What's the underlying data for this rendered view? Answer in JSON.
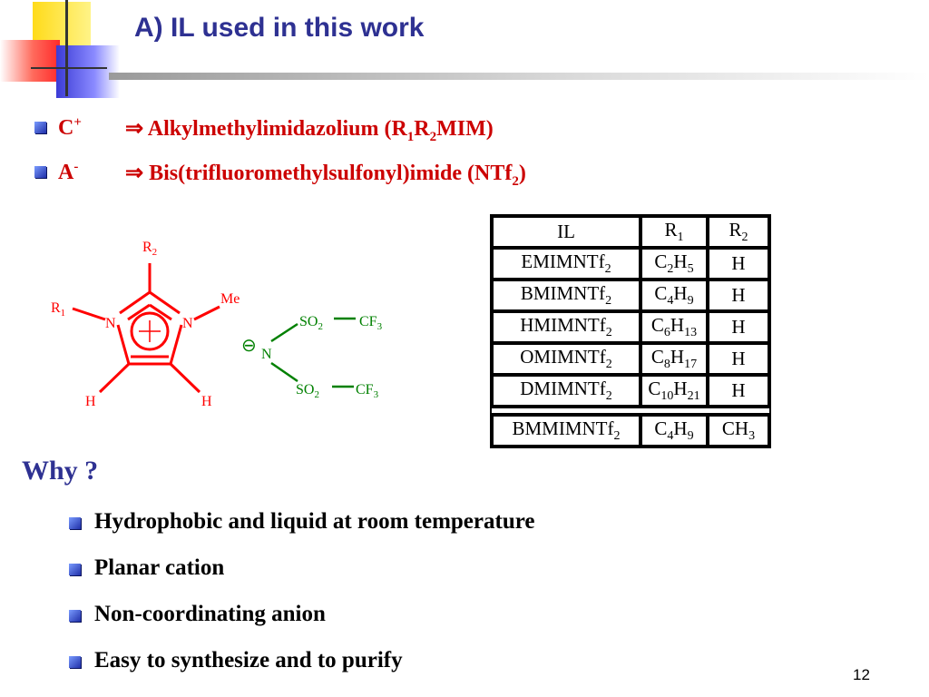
{
  "slide": {
    "title": "A) IL used in this work",
    "page_number": "12"
  },
  "ions": [
    {
      "symbol": "C",
      "charge": "+",
      "arrow": "⇒",
      "text": "Alkylmethylimidazolium (R",
      "s1": "1",
      "mid": "R",
      "s2": "2",
      "end": "MIM)"
    },
    {
      "symbol": "A",
      "charge": "-",
      "arrow": "⇒",
      "text": "Bis(trifluoromethylsulfonyl)imide (NTf",
      "s1": "2",
      "end": ")"
    }
  ],
  "structure": {
    "cation": {
      "r2": "R",
      "r2_sub": "2",
      "r1": "R",
      "r1_sub": "1",
      "me": "Me",
      "n_left": "N",
      "n_right": "N",
      "h_left": "H",
      "h_right": "H"
    },
    "anion": {
      "charge": "⊖",
      "n": "N",
      "so2": "SO",
      "so2_sub": "2",
      "cf3": "CF",
      "cf3_sub": "3"
    }
  },
  "table": {
    "headers": [
      "IL",
      "R1",
      "R2"
    ],
    "rows": [
      {
        "il": "EMIMNTf",
        "il_sub": "2",
        "r1": "C2H5",
        "r2": "H"
      },
      {
        "il": "BMIMNTf",
        "il_sub": "2",
        "r1": "C4H9",
        "r2": "H"
      },
      {
        "il": "HMIMNTf",
        "il_sub": "2",
        "r1": "C6H13",
        "r2": "H"
      },
      {
        "il": "OMIMNTf",
        "il_sub": "2",
        "r1": "C8H17",
        "r2": "H"
      },
      {
        "il": "DMIMNTf",
        "il_sub": "2",
        "r1": "C10H21",
        "r2": "H"
      },
      {
        "il": "BMMIMNTf",
        "il_sub": "2",
        "r1": "C4H9",
        "r2": "CH3"
      }
    ]
  },
  "why": {
    "heading": "Why ?",
    "reasons": [
      "Hydrophobic and liquid at room temperature",
      "Planar cation",
      "Non-coordinating anion",
      "Easy to synthesize and to purify"
    ]
  }
}
